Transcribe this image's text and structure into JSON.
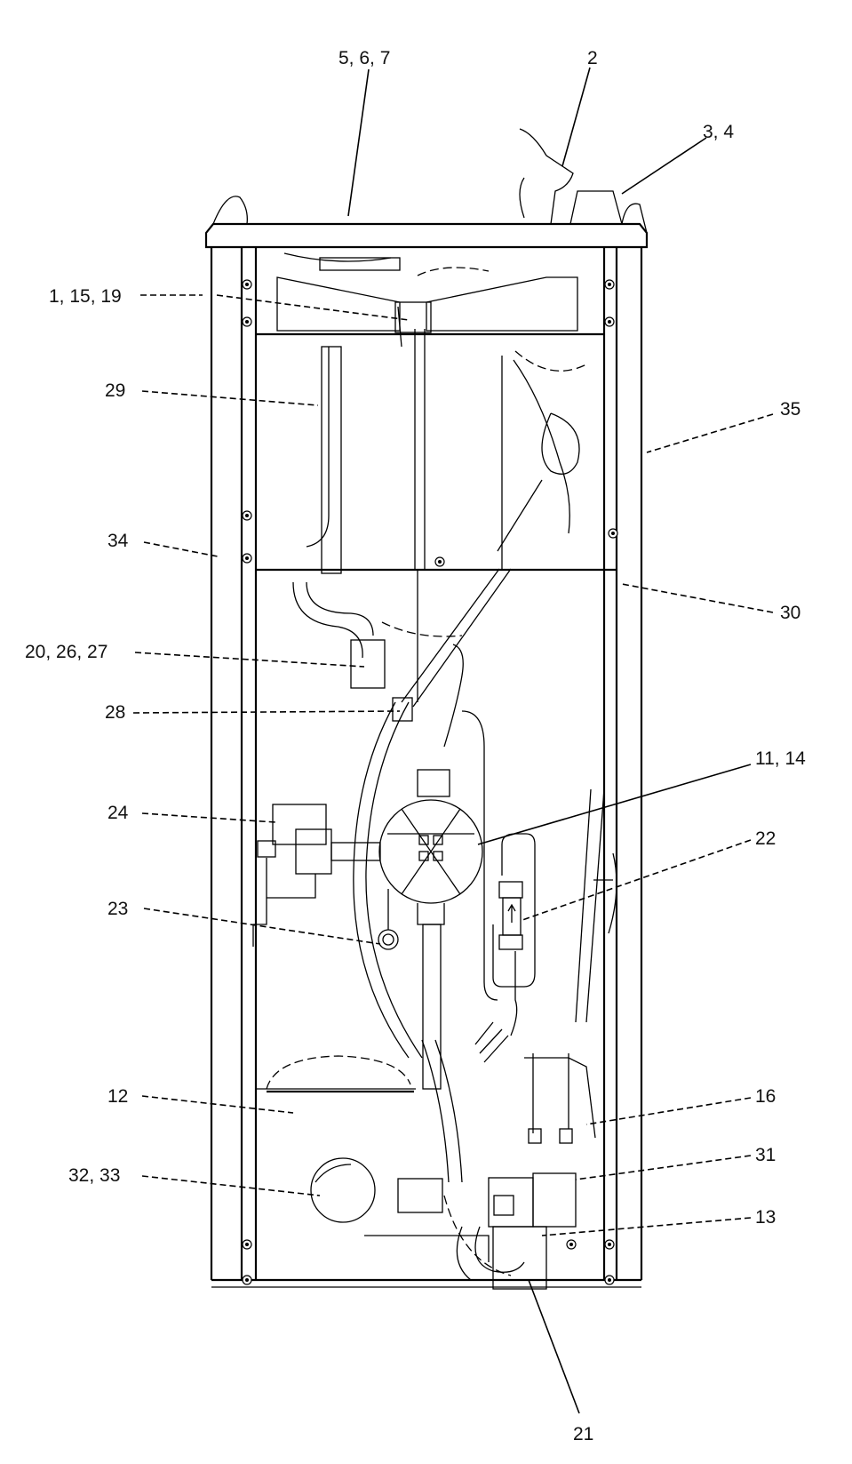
{
  "callouts": [
    {
      "id": "c1",
      "text": "5, 6, 7"
    },
    {
      "id": "c2",
      "text": "2"
    },
    {
      "id": "c3",
      "text": "3, 4"
    },
    {
      "id": "c4",
      "text": "1, 15, 19"
    },
    {
      "id": "c5",
      "text": "29"
    },
    {
      "id": "c6",
      "text": "35"
    },
    {
      "id": "c7",
      "text": "34"
    },
    {
      "id": "c8",
      "text": "30"
    },
    {
      "id": "c9",
      "text": "20, 26, 27"
    },
    {
      "id": "c10",
      "text": "28"
    },
    {
      "id": "c11",
      "text": "11, 14"
    },
    {
      "id": "c12",
      "text": "24"
    },
    {
      "id": "c13",
      "text": "22"
    },
    {
      "id": "c14",
      "text": "23"
    },
    {
      "id": "c15",
      "text": "12"
    },
    {
      "id": "c16",
      "text": "16"
    },
    {
      "id": "c17",
      "text": "32, 33"
    },
    {
      "id": "c18",
      "text": "31"
    },
    {
      "id": "c19",
      "text": "13"
    },
    {
      "id": "c20",
      "text": "21"
    }
  ]
}
